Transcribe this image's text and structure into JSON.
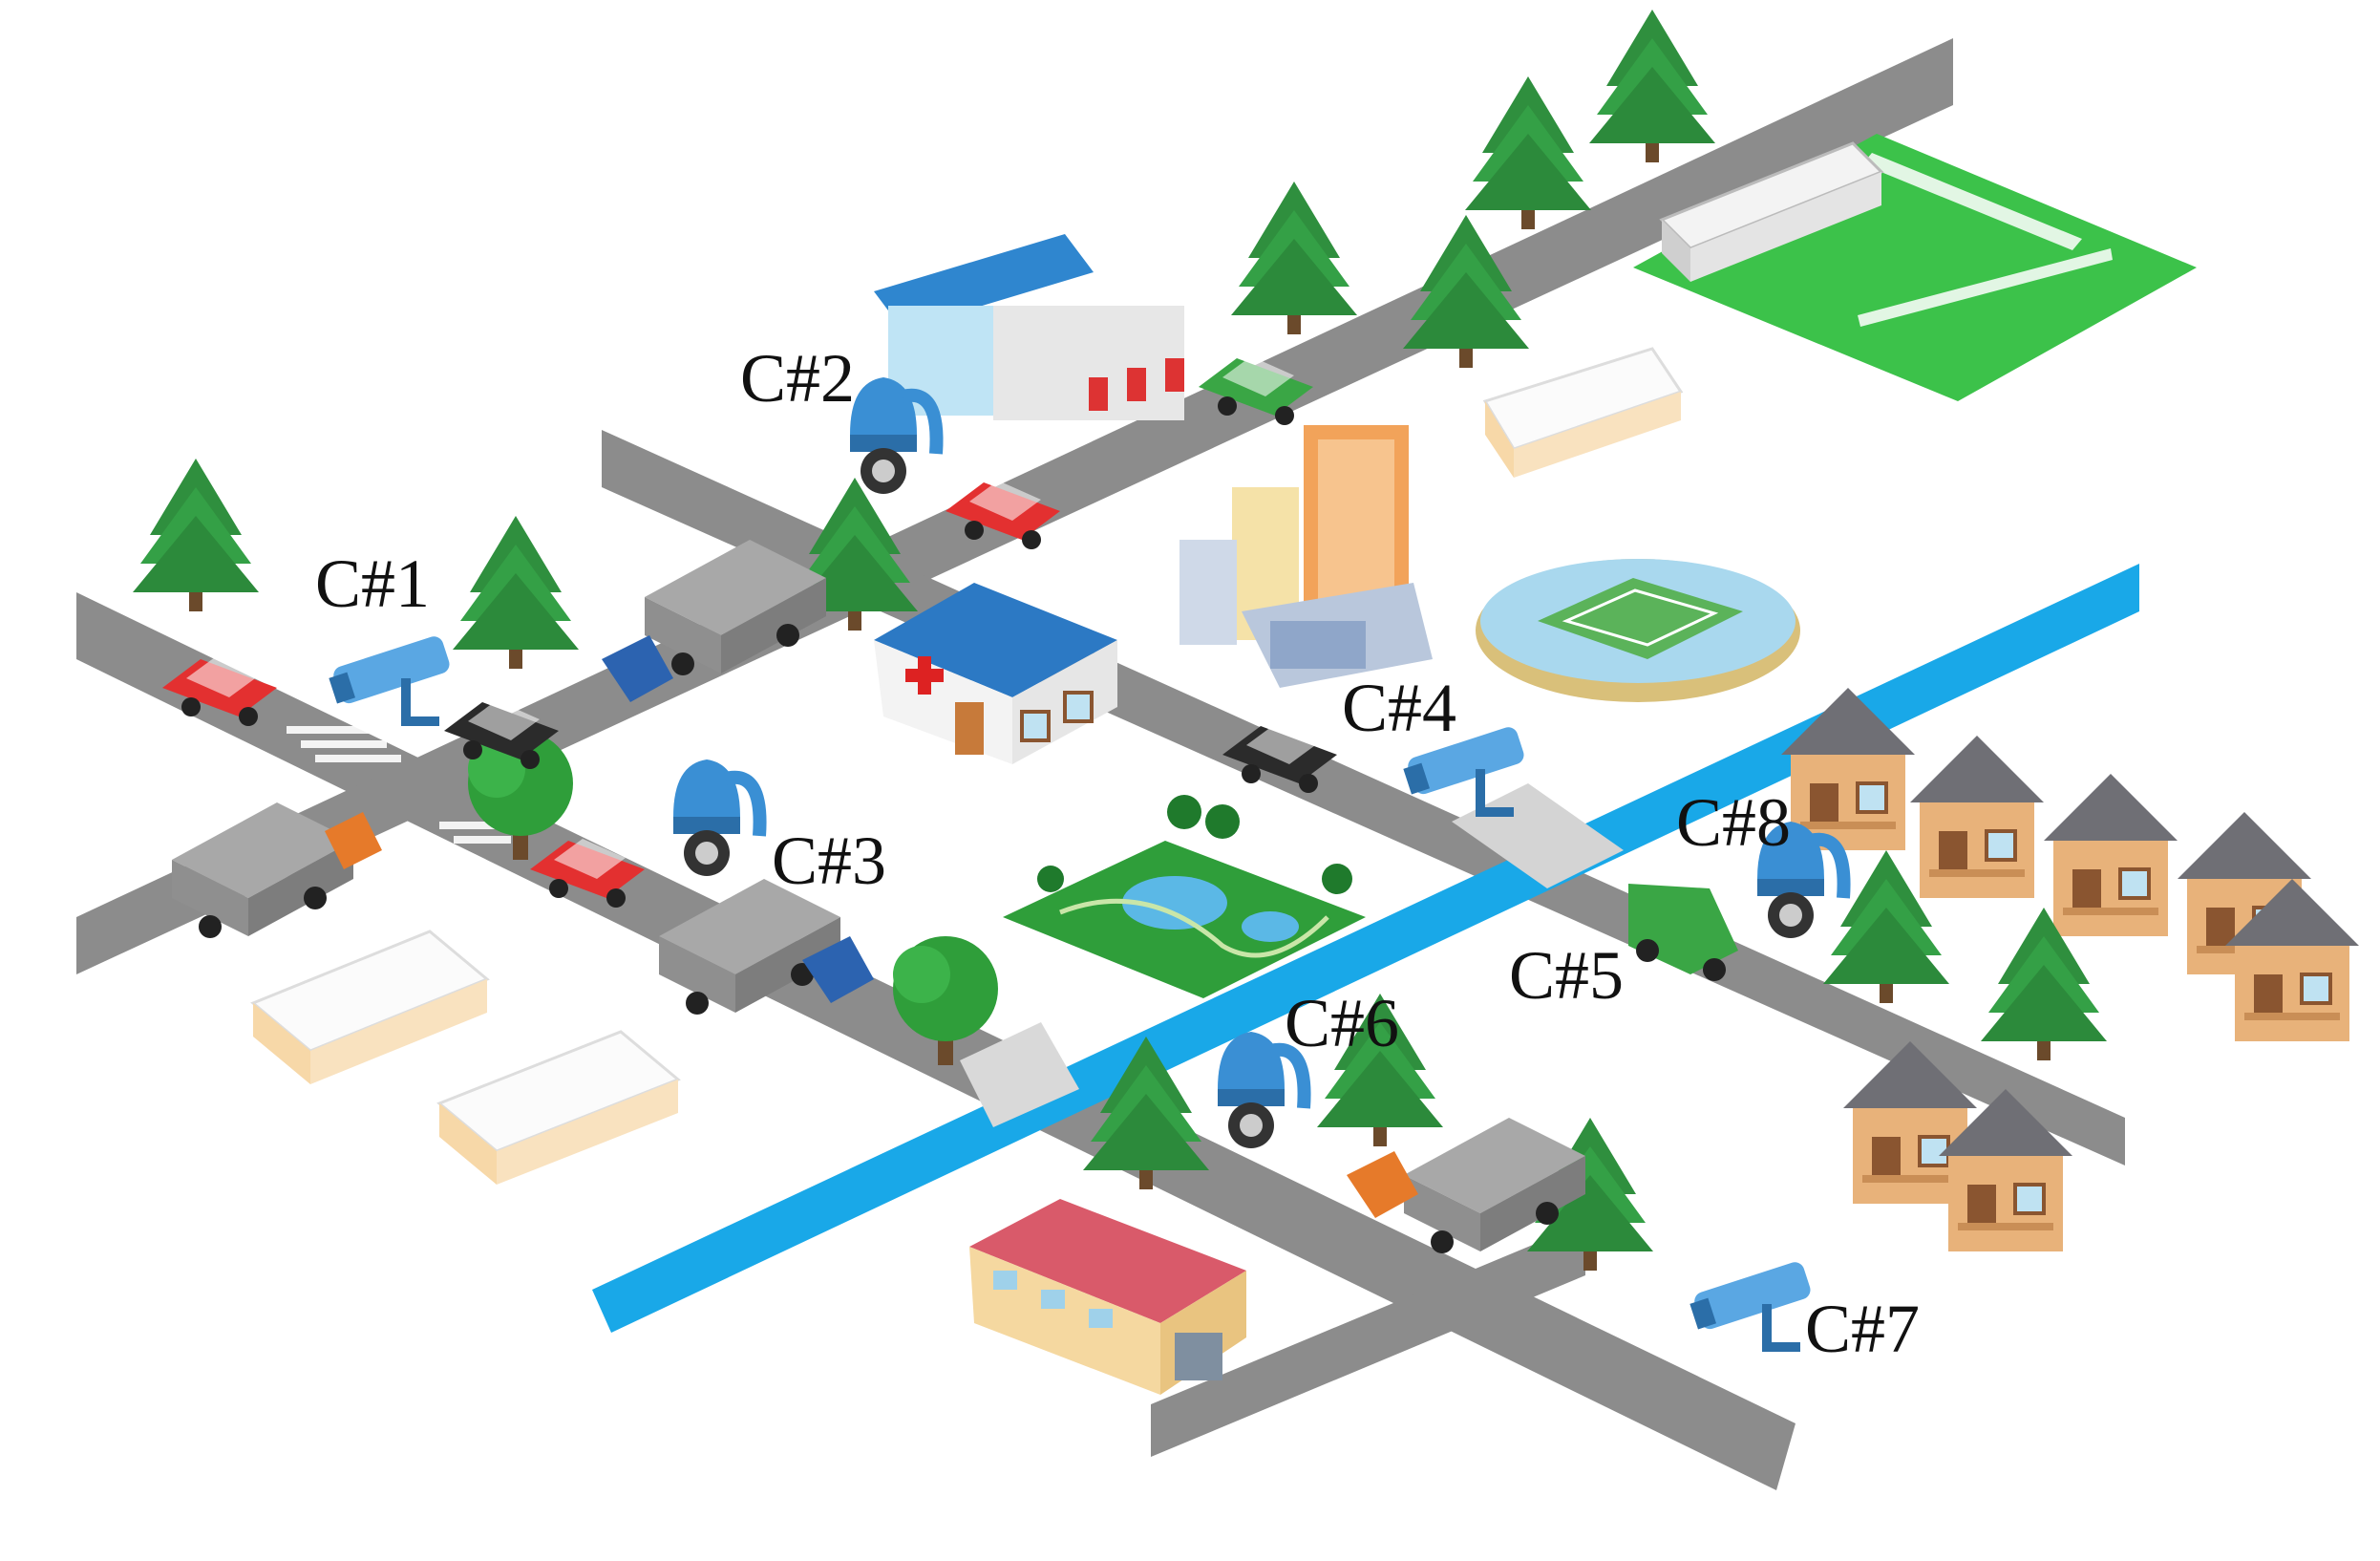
{
  "palette": {
    "road": "#8a8a8a",
    "river": "#19a8e8",
    "grass": "#2f9e3a",
    "field": "#3cc24a",
    "tree": "#2f8f3e",
    "camera": "#3a8fd4",
    "house": "#e8b27a",
    "roof": "#6f6f75",
    "red_car": "#e33030",
    "truck": "#9a9a9a"
  },
  "cameras": [
    {
      "id": "c1",
      "label": "C#1",
      "type": "bullet-camera-icon"
    },
    {
      "id": "c2",
      "label": "C#2",
      "type": "dome-camera-icon"
    },
    {
      "id": "c3",
      "label": "C#3",
      "type": "dome-camera-icon"
    },
    {
      "id": "c4",
      "label": "C#4",
      "type": "bullet-camera-icon"
    },
    {
      "id": "c5",
      "label": "C#5",
      "type": "bridge"
    },
    {
      "id": "c6",
      "label": "C#6",
      "type": "dome-camera-icon"
    },
    {
      "id": "c7",
      "label": "C#7",
      "type": "bullet-camera-icon"
    },
    {
      "id": "c8",
      "label": "C#8",
      "type": "dome-camera-icon"
    }
  ]
}
